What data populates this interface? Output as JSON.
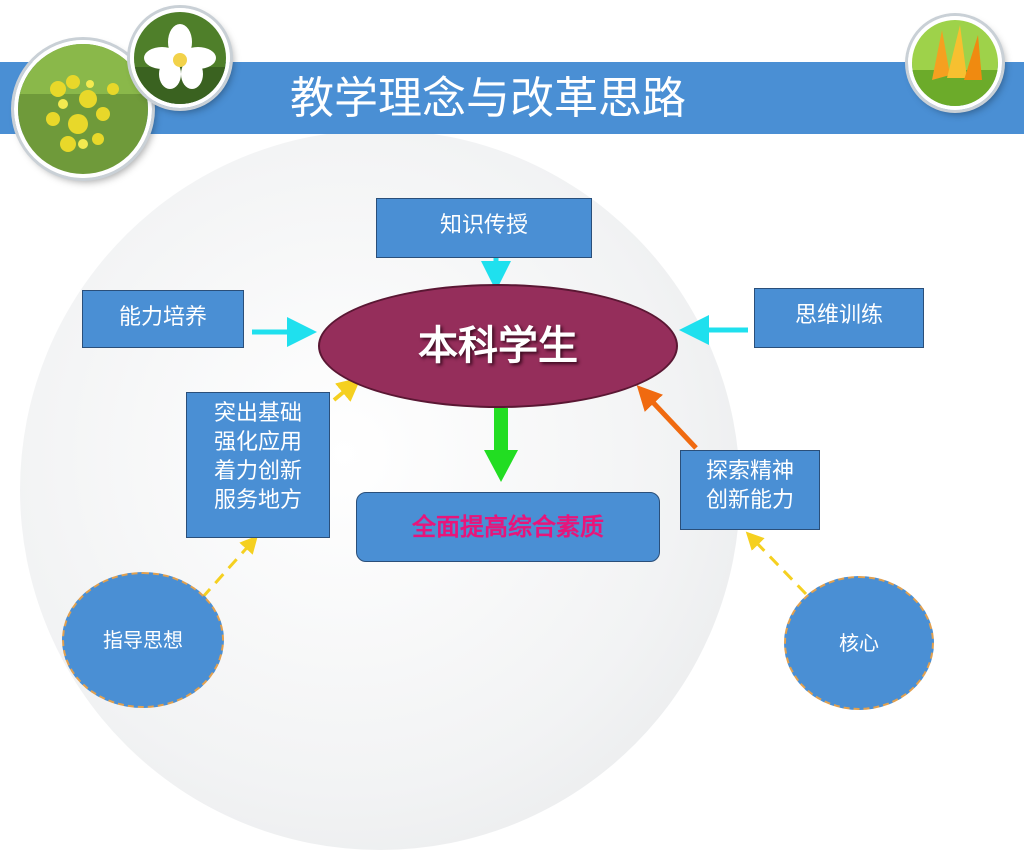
{
  "title": "教学理念与改革思路",
  "center": "本科学生",
  "top_box": "知识传授",
  "left_box": "能力培养",
  "right_box": "思维训练",
  "left_lower_box": [
    "突出基础",
    "强化应用",
    "着力创新",
    "服务地方"
  ],
  "right_lower_box": [
    "探索精神",
    "创新能力"
  ],
  "result_box": "全面提高综合素质",
  "circle_left": "指导思想",
  "circle_right": "核心",
  "colors": {
    "banner": "#4a8fd4",
    "box_fill": "#4a8fd4",
    "center_fill": "#952e5b",
    "result_text": "#e8157a",
    "arrow_cyan": "#1fe0ee",
    "arrow_green": "#22dd22",
    "arrow_orange": "#f06a10",
    "arrow_yellow_dashed": "#f5d020"
  },
  "icons": [
    "flower-photo-icon",
    "white-flower-photo-icon",
    "tulip-photo-icon"
  ]
}
